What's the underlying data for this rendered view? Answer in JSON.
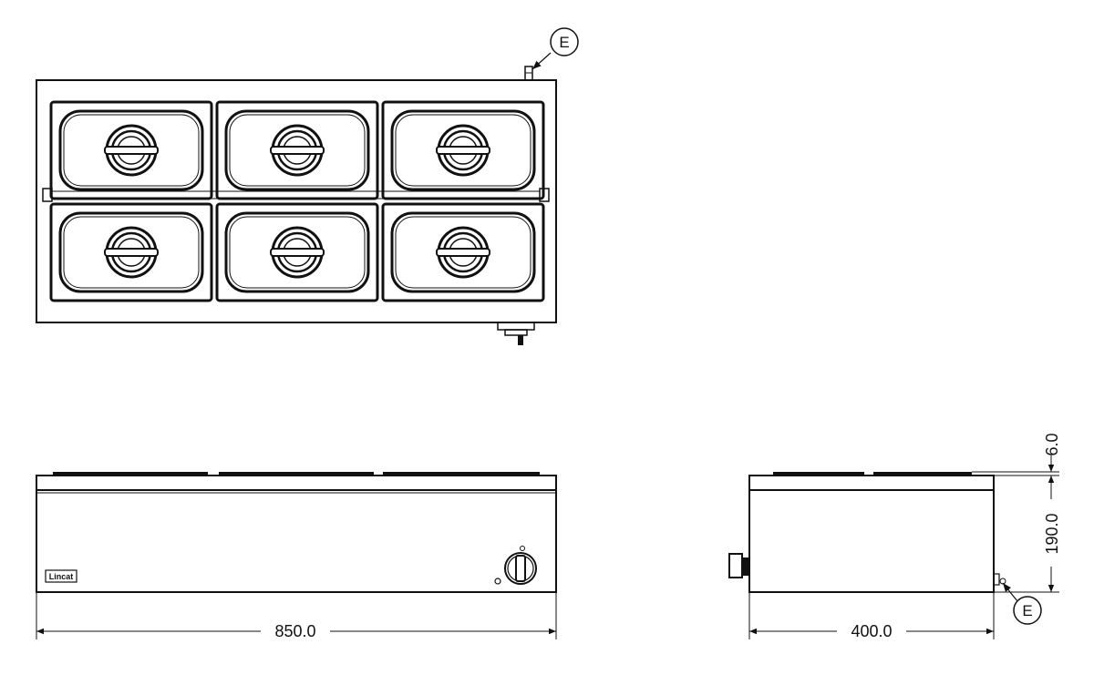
{
  "drawing": {
    "colors": {
      "stroke": "#111111",
      "background": "#ffffff"
    },
    "callouts": {
      "top_view": "E",
      "side_view": "E"
    },
    "dimensions": {
      "front_width": "850.0",
      "side_depth": "400.0",
      "side_height": "190.0",
      "lid_thickness": "6.0"
    },
    "brand_logo": "Lincat",
    "top_view": {
      "pan_rows": 2,
      "pan_columns": 3
    }
  }
}
